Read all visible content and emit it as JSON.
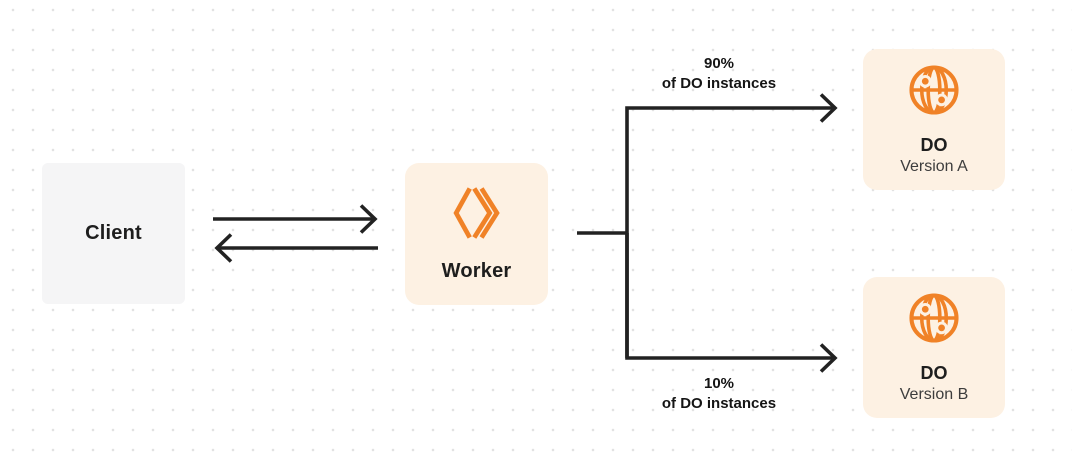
{
  "colors": {
    "accent": "#f08227",
    "box_cream": "#fdf1e3",
    "box_gray": "#f5f5f6",
    "line": "#222222",
    "text_primary": "#1e1e1e",
    "text_secondary": "#3d3d3d",
    "dot_grid": "#e2e2e2",
    "background": "#ffffff"
  },
  "nodes": {
    "client": {
      "label": "Client"
    },
    "worker": {
      "label": "Worker",
      "icon": "workers-chevrons-icon"
    },
    "do_a": {
      "title": "DO",
      "subtitle": "Version A",
      "icon": "globe-icon"
    },
    "do_b": {
      "title": "DO",
      "subtitle": "Version B",
      "icon": "globe-icon"
    }
  },
  "edges": {
    "top": {
      "pct": "90%",
      "rest": "of DO instances"
    },
    "bottom": {
      "pct": "10%",
      "rest": "of DO instances"
    }
  }
}
